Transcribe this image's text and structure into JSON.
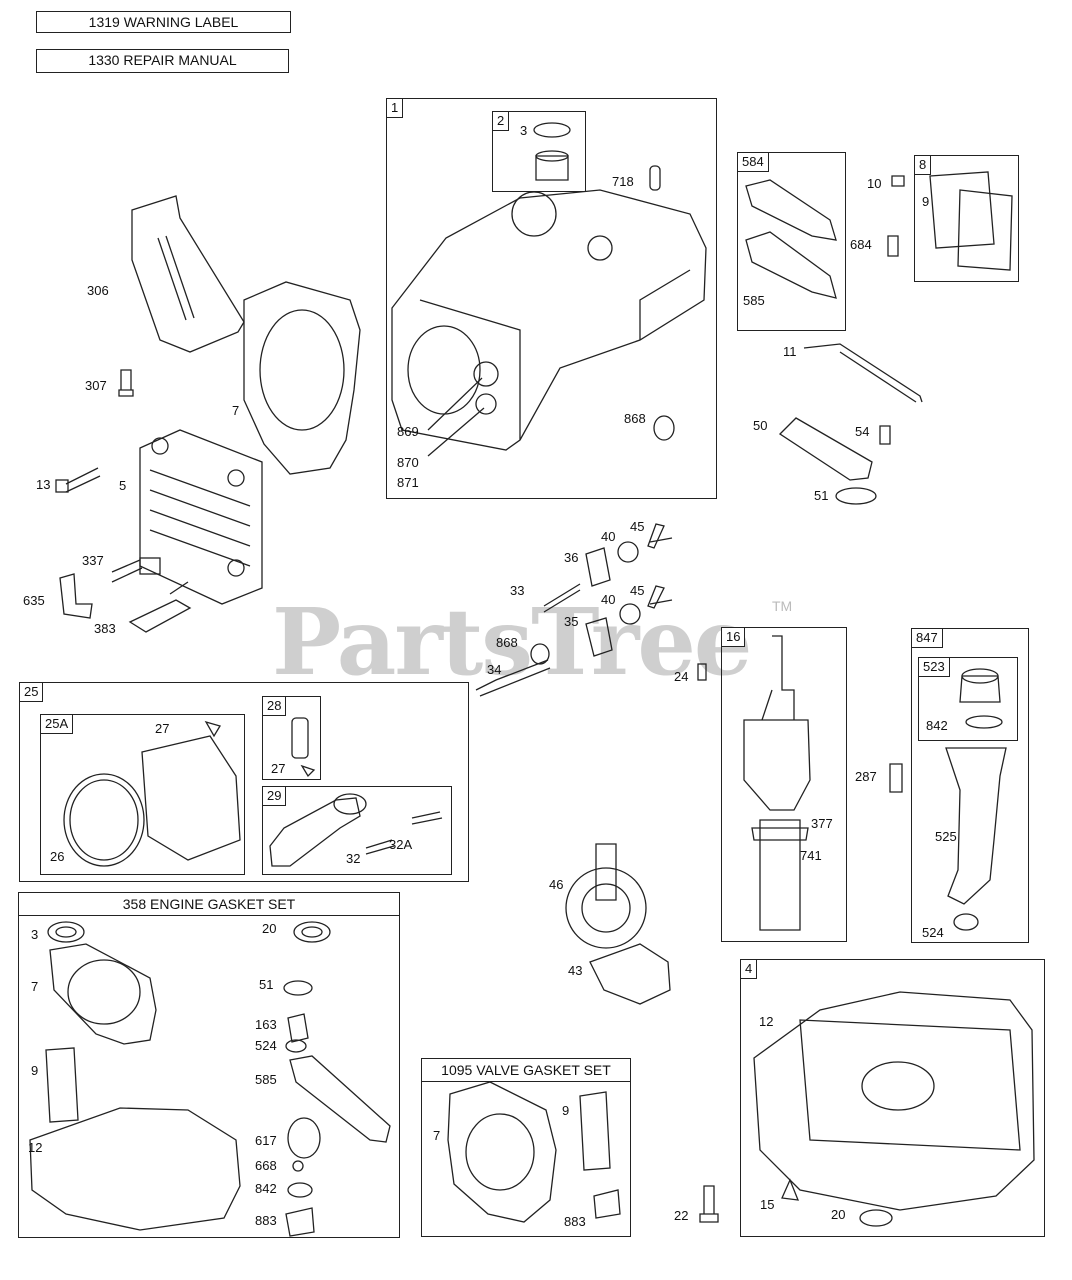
{
  "header": {
    "warning_label": "1319 WARNING LABEL",
    "repair_manual": "1330 REPAIR MANUAL"
  },
  "watermark": {
    "text": "PartsTree",
    "tm": "TM"
  },
  "boxes": {
    "b1": "1",
    "b2": "2",
    "b584": "584",
    "b8": "8",
    "b25": "25",
    "b25a": "25A",
    "b28": "28",
    "b29": "29",
    "b16": "16",
    "b847": "847",
    "b523": "523",
    "b4": "4"
  },
  "kits": {
    "gasket_set": "358 ENGINE GASKET SET",
    "valve_gasket_set": "1095 VALVE GASKET SET"
  },
  "labels": {
    "l3a": "3",
    "l718": "718",
    "l869": "869",
    "l870": "870",
    "l871": "871",
    "l868a": "868",
    "l306": "306",
    "l307": "307",
    "l7a": "7",
    "l13": "13",
    "l5": "5",
    "l337": "337",
    "l635": "635",
    "l383": "383",
    "l10": "10",
    "l9a": "9",
    "l684": "684",
    "l585a": "585",
    "l11": "11",
    "l50": "50",
    "l54": "54",
    "l51a": "51",
    "l40a": "40",
    "l45a": "45",
    "l36": "36",
    "l33": "33",
    "l40b": "40",
    "l45b": "45",
    "l35": "35",
    "l868b": "868",
    "l34": "34",
    "l24": "24",
    "l27a": "27",
    "l26": "26",
    "l27b": "27",
    "l32a": "32A",
    "l32": "32",
    "l377": "377",
    "l741": "741",
    "l842a": "842",
    "l287": "287",
    "l525": "525",
    "l524a": "524",
    "l46": "46",
    "l43": "43",
    "l3b": "3",
    "l20a": "20",
    "l7b": "7",
    "l51b": "51",
    "l163": "163",
    "l524b": "524",
    "l9b": "9",
    "l585b": "585",
    "l12a": "12",
    "l617": "617",
    "l668": "668",
    "l842b": "842",
    "l883a": "883",
    "l7c": "7",
    "l9c": "9",
    "l883b": "883",
    "l22": "22",
    "l12b": "12",
    "l15": "15",
    "l20b": "20"
  }
}
